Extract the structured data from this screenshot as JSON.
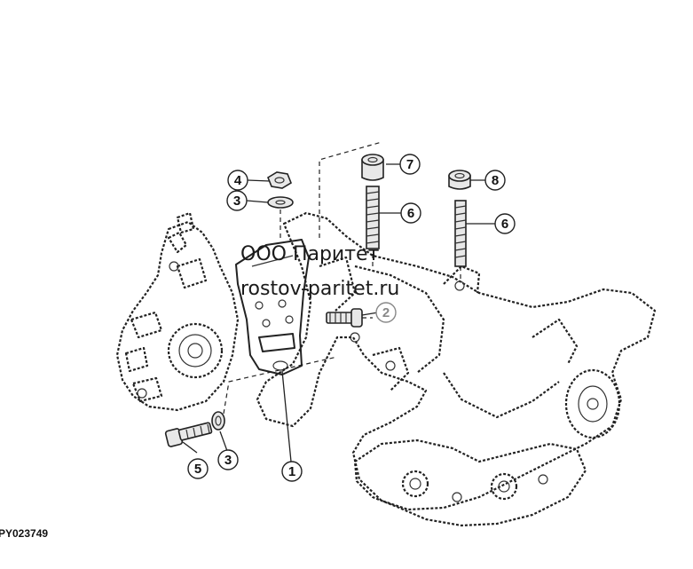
{
  "callouts": [
    {
      "id": "1",
      "label": "1"
    },
    {
      "id": "2",
      "label": "2"
    },
    {
      "id": "3a",
      "label": "3"
    },
    {
      "id": "3b",
      "label": "3"
    },
    {
      "id": "4",
      "label": "4"
    },
    {
      "id": "5",
      "label": "5"
    },
    {
      "id": "6a",
      "label": "6"
    },
    {
      "id": "6b",
      "label": "6"
    },
    {
      "id": "7",
      "label": "7"
    },
    {
      "id": "8",
      "label": "8"
    }
  ],
  "watermark": {
    "line1": "ООО Паритет",
    "line2": "rostov-paritet.ru"
  },
  "figure_code": "PY023749"
}
